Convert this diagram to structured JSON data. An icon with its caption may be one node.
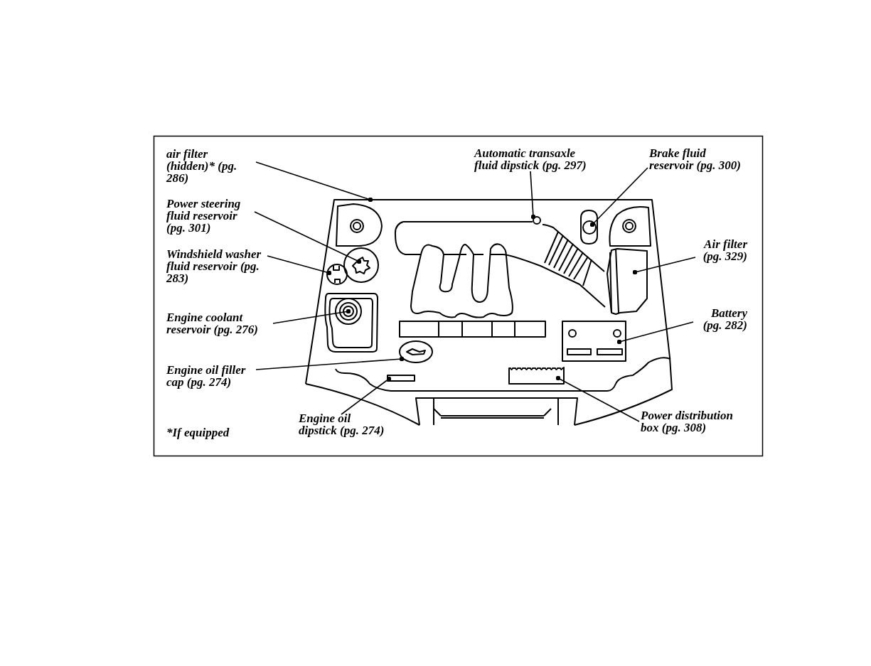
{
  "diagram": {
    "nodes": [
      {
        "text": [
          "air filter (hidden)* (pg. 286)"
        ]
      },
      {
        "text": [
          "Power steering fluid reservoir (pg. 301)"
        ]
      },
      {
        "text": [
          "Windshield washer fluid reservoir (pg. 283)"
        ]
      },
      {
        "text": [
          "Engine coolant reservoir (pg. 276)"
        ]
      },
      {
        "text": [
          "Engine oil filler cap (pg. 274)"
        ]
      },
      {
        "text": [
          "Engine oil dipstick (pg. 274)"
        ]
      },
      {
        "text": [
          "Automatic transaxle fluid dipstick (pg. 297)"
        ]
      },
      {
        "text": [
          "Brake fluid reservoir (pg. 300)"
        ]
      },
      {
        "text": [
          "Air filter (pg. 329)"
        ]
      },
      {
        "text": [
          "Battery (pg. 282)"
        ]
      },
      {
        "text": [
          "Power distribution box (pg. 308)"
        ]
      },
      {
        "text": [],
        "shape": "picture"
      },
      {
        "text": [],
        "shape": "circle",
        "in": 11
      },
      {
        "text": [],
        "shape": "circle",
        "in": 11
      },
      {
        "text": [],
        "shape": "box",
        "in": 11
      },
      {
        "text": [],
        "shape": "circle",
        "in": 11
      },
      {
        "text": [],
        "shape": "bar",
        "in": 11
      },
      {
        "text": [],
        "shape": "circle",
        "in": 11
      },
      {
        "text": [],
        "shape": "box",
        "in": 11
      },
      {
        "text": [],
        "shape": "box",
        "in": 11
      },
      {
        "text": [],
        "shape": "box",
        "in": 11
      },
      {
        "text": [],
        "shape": "box",
        "in": 11
      }
    ],
    "edges": [
      {
        "from": 0,
        "to": 11,
        "arrow": "other"
      },
      {
        "from": 1,
        "to": 12,
        "arrow": "other"
      },
      {
        "from": 2,
        "to": 13,
        "arrow": "other"
      },
      {
        "from": 3,
        "to": 14,
        "arrow": "other"
      },
      {
        "from": 4,
        "to": 15,
        "arrow": "other"
      },
      {
        "from": 5,
        "to": 16,
        "arrow": "other"
      },
      {
        "from": 6,
        "to": 17,
        "arrow": "other"
      },
      {
        "from": 7,
        "to": 18,
        "arrow": "other"
      },
      {
        "from": 8,
        "to": 19,
        "arrow": "other"
      },
      {
        "from": 9,
        "to": 20,
        "arrow": "other"
      },
      {
        "from": 10,
        "to": 21,
        "arrow": "other"
      }
    ],
    "labels": [
      "*If equipped"
    ]
  }
}
